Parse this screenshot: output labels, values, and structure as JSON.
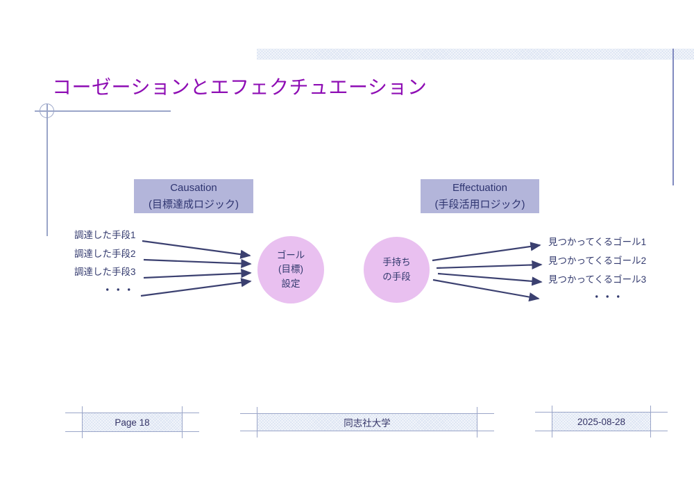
{
  "colors": {
    "title": "#8e0db4",
    "labelBoxBg": "#b3b5da",
    "labelBoxText": "#2e3470",
    "circleBg": "#e9c0f0",
    "diagramText": "#333a6e",
    "arrow": "#3b4070",
    "footerBg": "#dbe3f2",
    "footerText": "#333366",
    "ornament": "#9aa5c8",
    "barLine": "#8089bf"
  },
  "slide": {
    "title": "コーゼーションとエフェクチュエーション"
  },
  "causation": {
    "heading": "Causation",
    "subheading": "(目標達成ロジック)",
    "items": [
      "調達した手段1",
      "調達した手段2",
      "調達した手段3"
    ],
    "ellipsis": "・・・",
    "circle_label": "ゴール\n(目標)\n設定"
  },
  "effectuation": {
    "heading": "Effectuation",
    "subheading": "(手段活用ロジック)",
    "circle_label": "手持ち\nの手段",
    "items": [
      "見つかってくるゴール1",
      "見つかってくるゴール2",
      "見つかってくるゴール3"
    ],
    "ellipsis": "・・・"
  },
  "footer": {
    "page": "Page 18",
    "organization": "同志社大学",
    "date": "2025-08-28"
  }
}
